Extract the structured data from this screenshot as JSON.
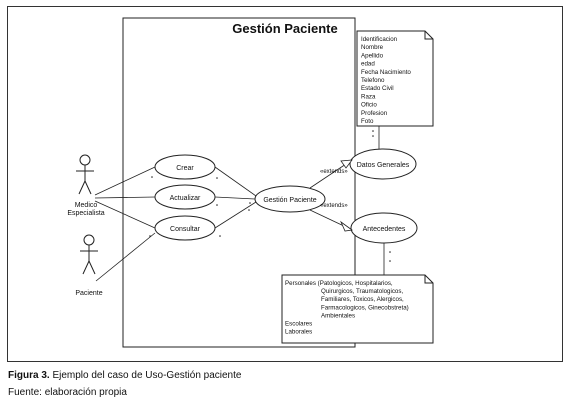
{
  "system": {
    "title": "Gestión Paciente"
  },
  "actors": {
    "medico": [
      "Medico",
      "Especialista"
    ],
    "paciente": "Paciente"
  },
  "use_cases": {
    "crear": "Crear",
    "actualizar": "Actualizar",
    "consultar": "Consultar",
    "gestion": "Gestión Paciente",
    "datos_generales": "Datos Generales",
    "antecedentes": "Antecedentes"
  },
  "relations": {
    "extends_1": "«extends»",
    "extends_2": "«extends»"
  },
  "note_datos": {
    "lines": [
      "Identificacion",
      "Nombre",
      "Apellido",
      "edad",
      "Fecha Nacimiento",
      "Telefono",
      "Estado Civil",
      "Raza",
      "Oficio",
      "Profesion",
      "Foto"
    ]
  },
  "note_antecedentes": {
    "lines": [
      "Personales (Patologicos, Hospitalarios,",
      "Quirurgicos, Traumatologicos,",
      "Familiares, Toxicos, Alergicos,",
      "Farmacologicos, Ginecobstreta)",
      "Ambientales",
      "Escolares",
      "Laborales"
    ]
  },
  "caption": {
    "label": "Figura 3.",
    "text": " Ejemplo del caso de Uso-Gestión paciente",
    "source": "Fuente: elaboración propia"
  }
}
